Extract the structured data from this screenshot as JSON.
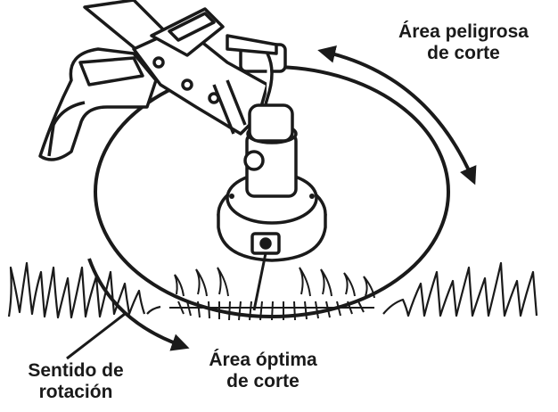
{
  "labels": {
    "danger_area": [
      "Área peligrosa",
      "de corte"
    ],
    "optimal_area": [
      "Área óptima",
      "de corte"
    ],
    "rotation": [
      "Sentido de",
      "rotación"
    ]
  },
  "colors": {
    "ink": "#1a1a1a",
    "background": "#ffffff"
  },
  "icons": [
    "string-trimmer-icon",
    "cutting-head-icon",
    "grass-icon",
    "rotation-arrow-icon",
    "double-arrow-icon"
  ]
}
